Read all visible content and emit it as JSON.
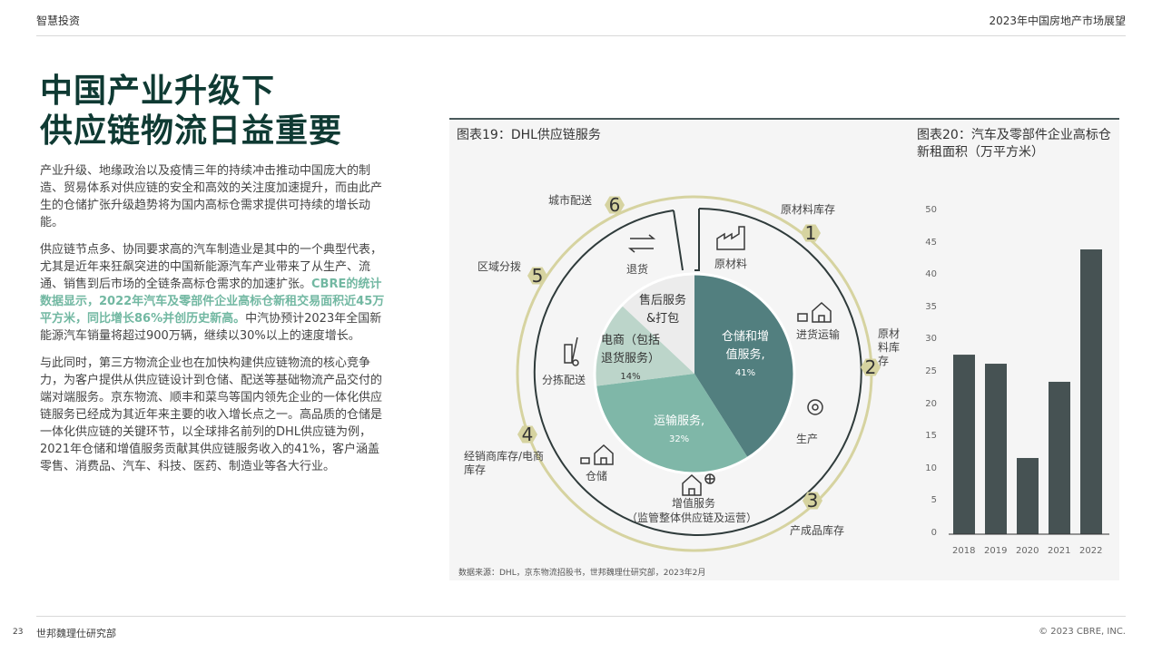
{
  "header": {
    "left": "智慧投资",
    "right": "2023年中国房地产市场展望"
  },
  "title": {
    "line1": "中国产业升级下",
    "line2": "供应链物流日益重要"
  },
  "body": {
    "p1": "产业升级、地缘政治以及疫情三年的持续冲击推动中国庞大的制造、贸易体系对供应链的安全和高效的关注度加速提升，而由此产生的仓储扩张升级趋势将为国内高标仓需求提供可持续的增长动能。",
    "p2a": "供应链节点多、协同要求高的汽车制造业是其中的一个典型代表，尤其是近年来狂飙突进的中国新能源汽车产业带来了从生产、流通、销售到后市场的全链条高标仓需求的加速扩张。",
    "p2b": "CBRE的统计数据显示，2022年汽车及零部件企业高标仓新租交易面积近45万平方米，同比增长86%并创历史新高。",
    "p2c": "中汽协预计2023年全国新能源汽车销量将超过900万辆，继续以30%以上的速度增长。",
    "p3": "与此同时，第三方物流企业也在加快构建供应链物流的核心竞争力，为客户提供从供应链设计到仓储、配送等基础物流产品交付的端对端服务。京东物流、顺丰和菜鸟等国内领先企业的一体化供应链服务已经成为其近年来主要的收入增长点之一。高品质的仓储是一体化供应链的关键环节，以全球排名前列的DHL供应链为例，2021年仓储和增值服务贡献其供应链服务收入的41%，客户涵盖零售、消费品、汽车、科技、医药、制造业等各大行业。"
  },
  "fig19": {
    "title": "图表19：DHL供应链服务",
    "pie": [
      {
        "label1": "仓储和增",
        "label2": "值服务,",
        "pct": "41%",
        "value": 41,
        "color": "#527f7f"
      },
      {
        "label1": "运输服务,",
        "label2": "",
        "pct": "32%",
        "value": 32,
        "color": "#7fb7a8"
      },
      {
        "label1": "电商（包括",
        "label2": "退货服务）",
        "pct": "14%",
        "value": 14,
        "color": "#bcd5ca"
      },
      {
        "label1": "售后服务",
        "label2": "&打包",
        "pct": "%",
        "value": 13,
        "color": "#ececec"
      }
    ],
    "ring": [
      "原材料",
      "进货运输",
      "生产",
      "增值服务",
      "（监管整体供应链及运营）",
      "仓储",
      "分拣配送",
      "退货"
    ],
    "stages": [
      {
        "n": "1",
        "label": "原材料库存"
      },
      {
        "n": "2",
        "label": "原材料库存"
      },
      {
        "n": "3",
        "label": "产成品库存"
      },
      {
        "n": "4",
        "label": "经销商库存/电商库存"
      },
      {
        "n": "5",
        "label": "区域分拨"
      },
      {
        "n": "6",
        "label": "城市配送"
      }
    ],
    "accent": "#d6d3a0"
  },
  "chart_data": {
    "type": "bar",
    "title": "图表20：汽车及零部件企业高标仓新租面积（万平方米）",
    "categories": [
      "2018",
      "2019",
      "2020",
      "2021",
      "2022"
    ],
    "values": [
      27.8,
      26.4,
      11.8,
      23.6,
      44.1
    ],
    "yticks": [
      "0",
      "5",
      "10",
      "15",
      "20",
      "25",
      "30",
      "35",
      "40",
      "45",
      "50"
    ],
    "ylim": [
      0,
      50
    ],
    "xlabel": "",
    "ylabel": "",
    "color": "#465253"
  },
  "source": "数据来源：DHL，京东物流招股书，世邦魏理仕研究部，2023年2月",
  "footer": {
    "page": "23",
    "dept": "世邦魏理仕研究部",
    "copyright": "© 2023 CBRE, INC."
  }
}
